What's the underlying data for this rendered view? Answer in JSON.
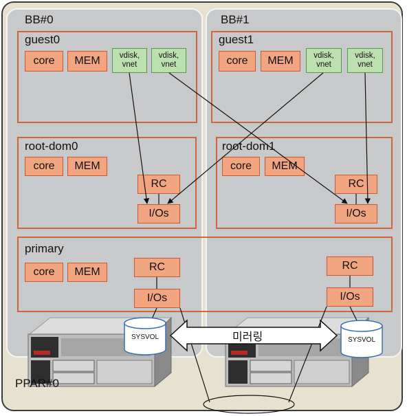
{
  "ppar": {
    "label": "PPAR#0"
  },
  "bb0": {
    "label": "BB#0"
  },
  "bb1": {
    "label": "BB#1"
  },
  "guest0": {
    "label": "guest0",
    "core": "core",
    "mem": "MEM",
    "vdisk1": "vdisk,\nvnet",
    "vdisk2": "vdisk,\nvnet"
  },
  "guest1": {
    "label": "guest1",
    "core": "core",
    "mem": "MEM",
    "vdisk1": "vdisk,\nvnet",
    "vdisk2": "vdisk,\nvnet"
  },
  "rootdom0": {
    "label": "root-dom0",
    "core": "core",
    "mem": "MEM",
    "rc": "RC",
    "ios": "I/Os"
  },
  "rootdom1": {
    "label": "root-dom1",
    "core": "core",
    "mem": "MEM",
    "rc": "RC",
    "ios": "I/Os"
  },
  "primary": {
    "label": "primary",
    "core": "core",
    "mem": "MEM",
    "rc_left": "RC",
    "ios_left": "I/Os",
    "rc_right": "RC",
    "ios_right": "I/Os"
  },
  "storage": {
    "sysvol_left": "SYSVOL",
    "sysvol_right": "SYSVOL",
    "mirror_label": "미러링"
  },
  "colors": {
    "domain_border": "#d0673a",
    "component_fill": "#f2a581",
    "io_fill": "#bde0b1",
    "bb_fill": "#c8c9cb",
    "ppar_fill": "#e6e2cf"
  }
}
